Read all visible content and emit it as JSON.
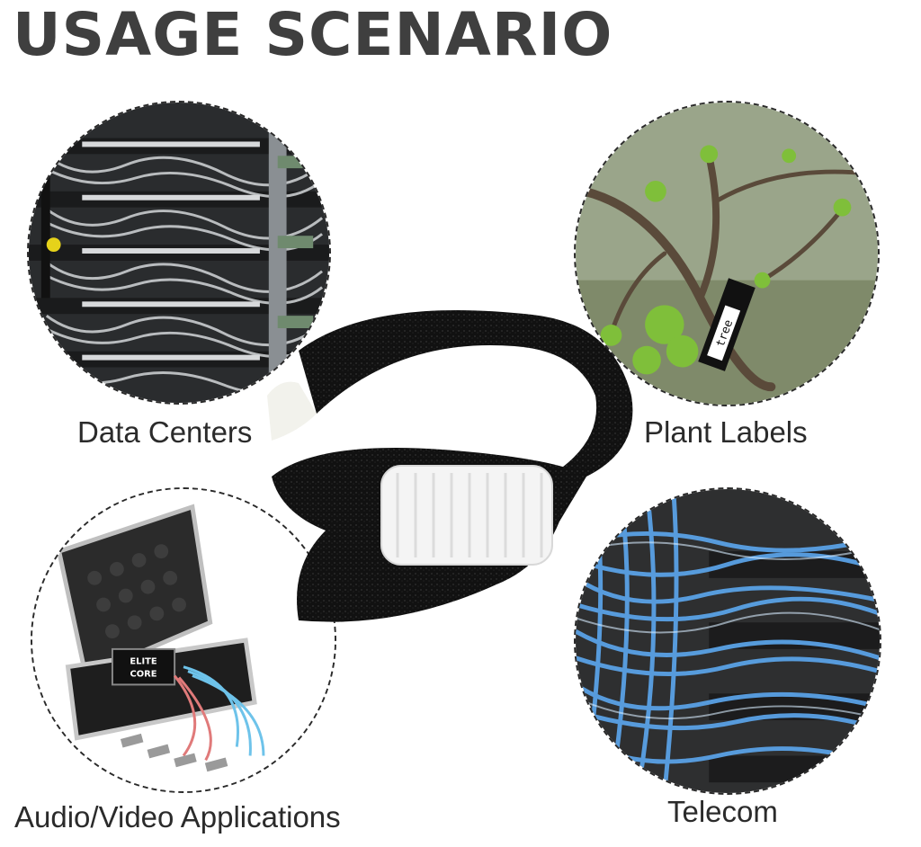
{
  "title": "USAGE SCENARIO",
  "scenarios": {
    "data_centers": "Data Centers",
    "plant_labels": "Plant Labels",
    "audio_video": "Audio/Video Applications",
    "telecom": "Telecom"
  },
  "photo_text": {
    "tree_tag": "tree",
    "case_logo_line1": "ELITE",
    "case_logo_line2": "CORE"
  },
  "icons": [
    "data-center-photo",
    "plant-photo",
    "audio-case-photo",
    "telecom-photo",
    "velcro-strap-photo"
  ],
  "colors": {
    "title": "#3f3f3f",
    "label": "#2b2b2b",
    "strap": "#111111",
    "strap_tab": "#f2f2f2",
    "telecom_cable": "#5aa2e6",
    "plant_green": "#7fbf3a"
  }
}
